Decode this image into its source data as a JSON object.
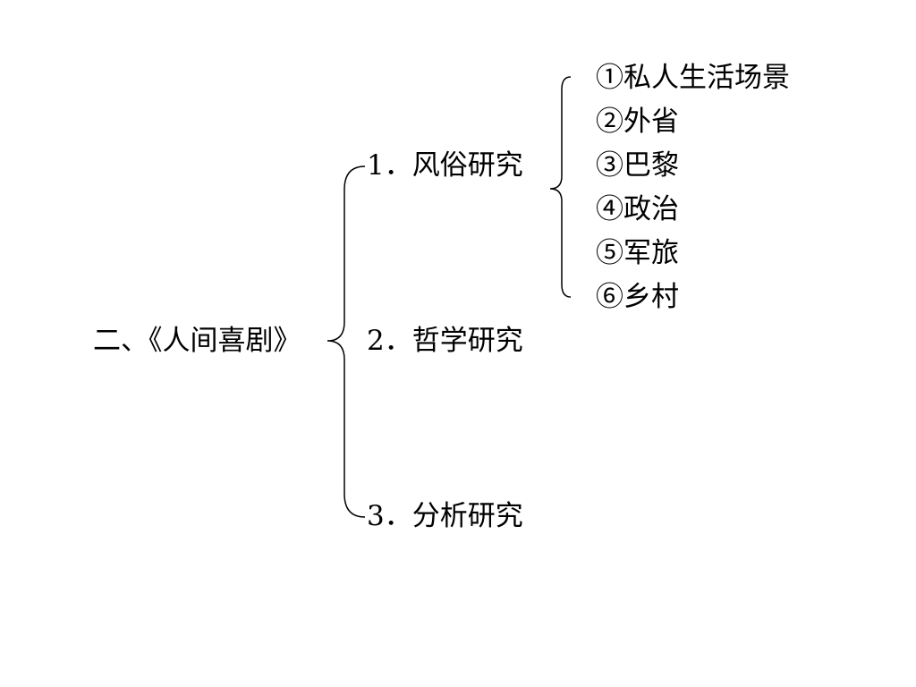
{
  "diagram": {
    "root": {
      "label": "二、《人间喜剧》"
    },
    "branches": [
      {
        "label": "1．风俗研究",
        "children": [
          "①私人生活场景",
          "②外省",
          "③巴黎",
          "④政治",
          "⑤军旅",
          "⑥乡村"
        ]
      },
      {
        "label": "2．哲学研究",
        "children": []
      },
      {
        "label": "3．分析研究",
        "children": []
      }
    ]
  },
  "colors": {
    "background": "#ffffff",
    "text": "#000000",
    "bracket": "#000000"
  }
}
